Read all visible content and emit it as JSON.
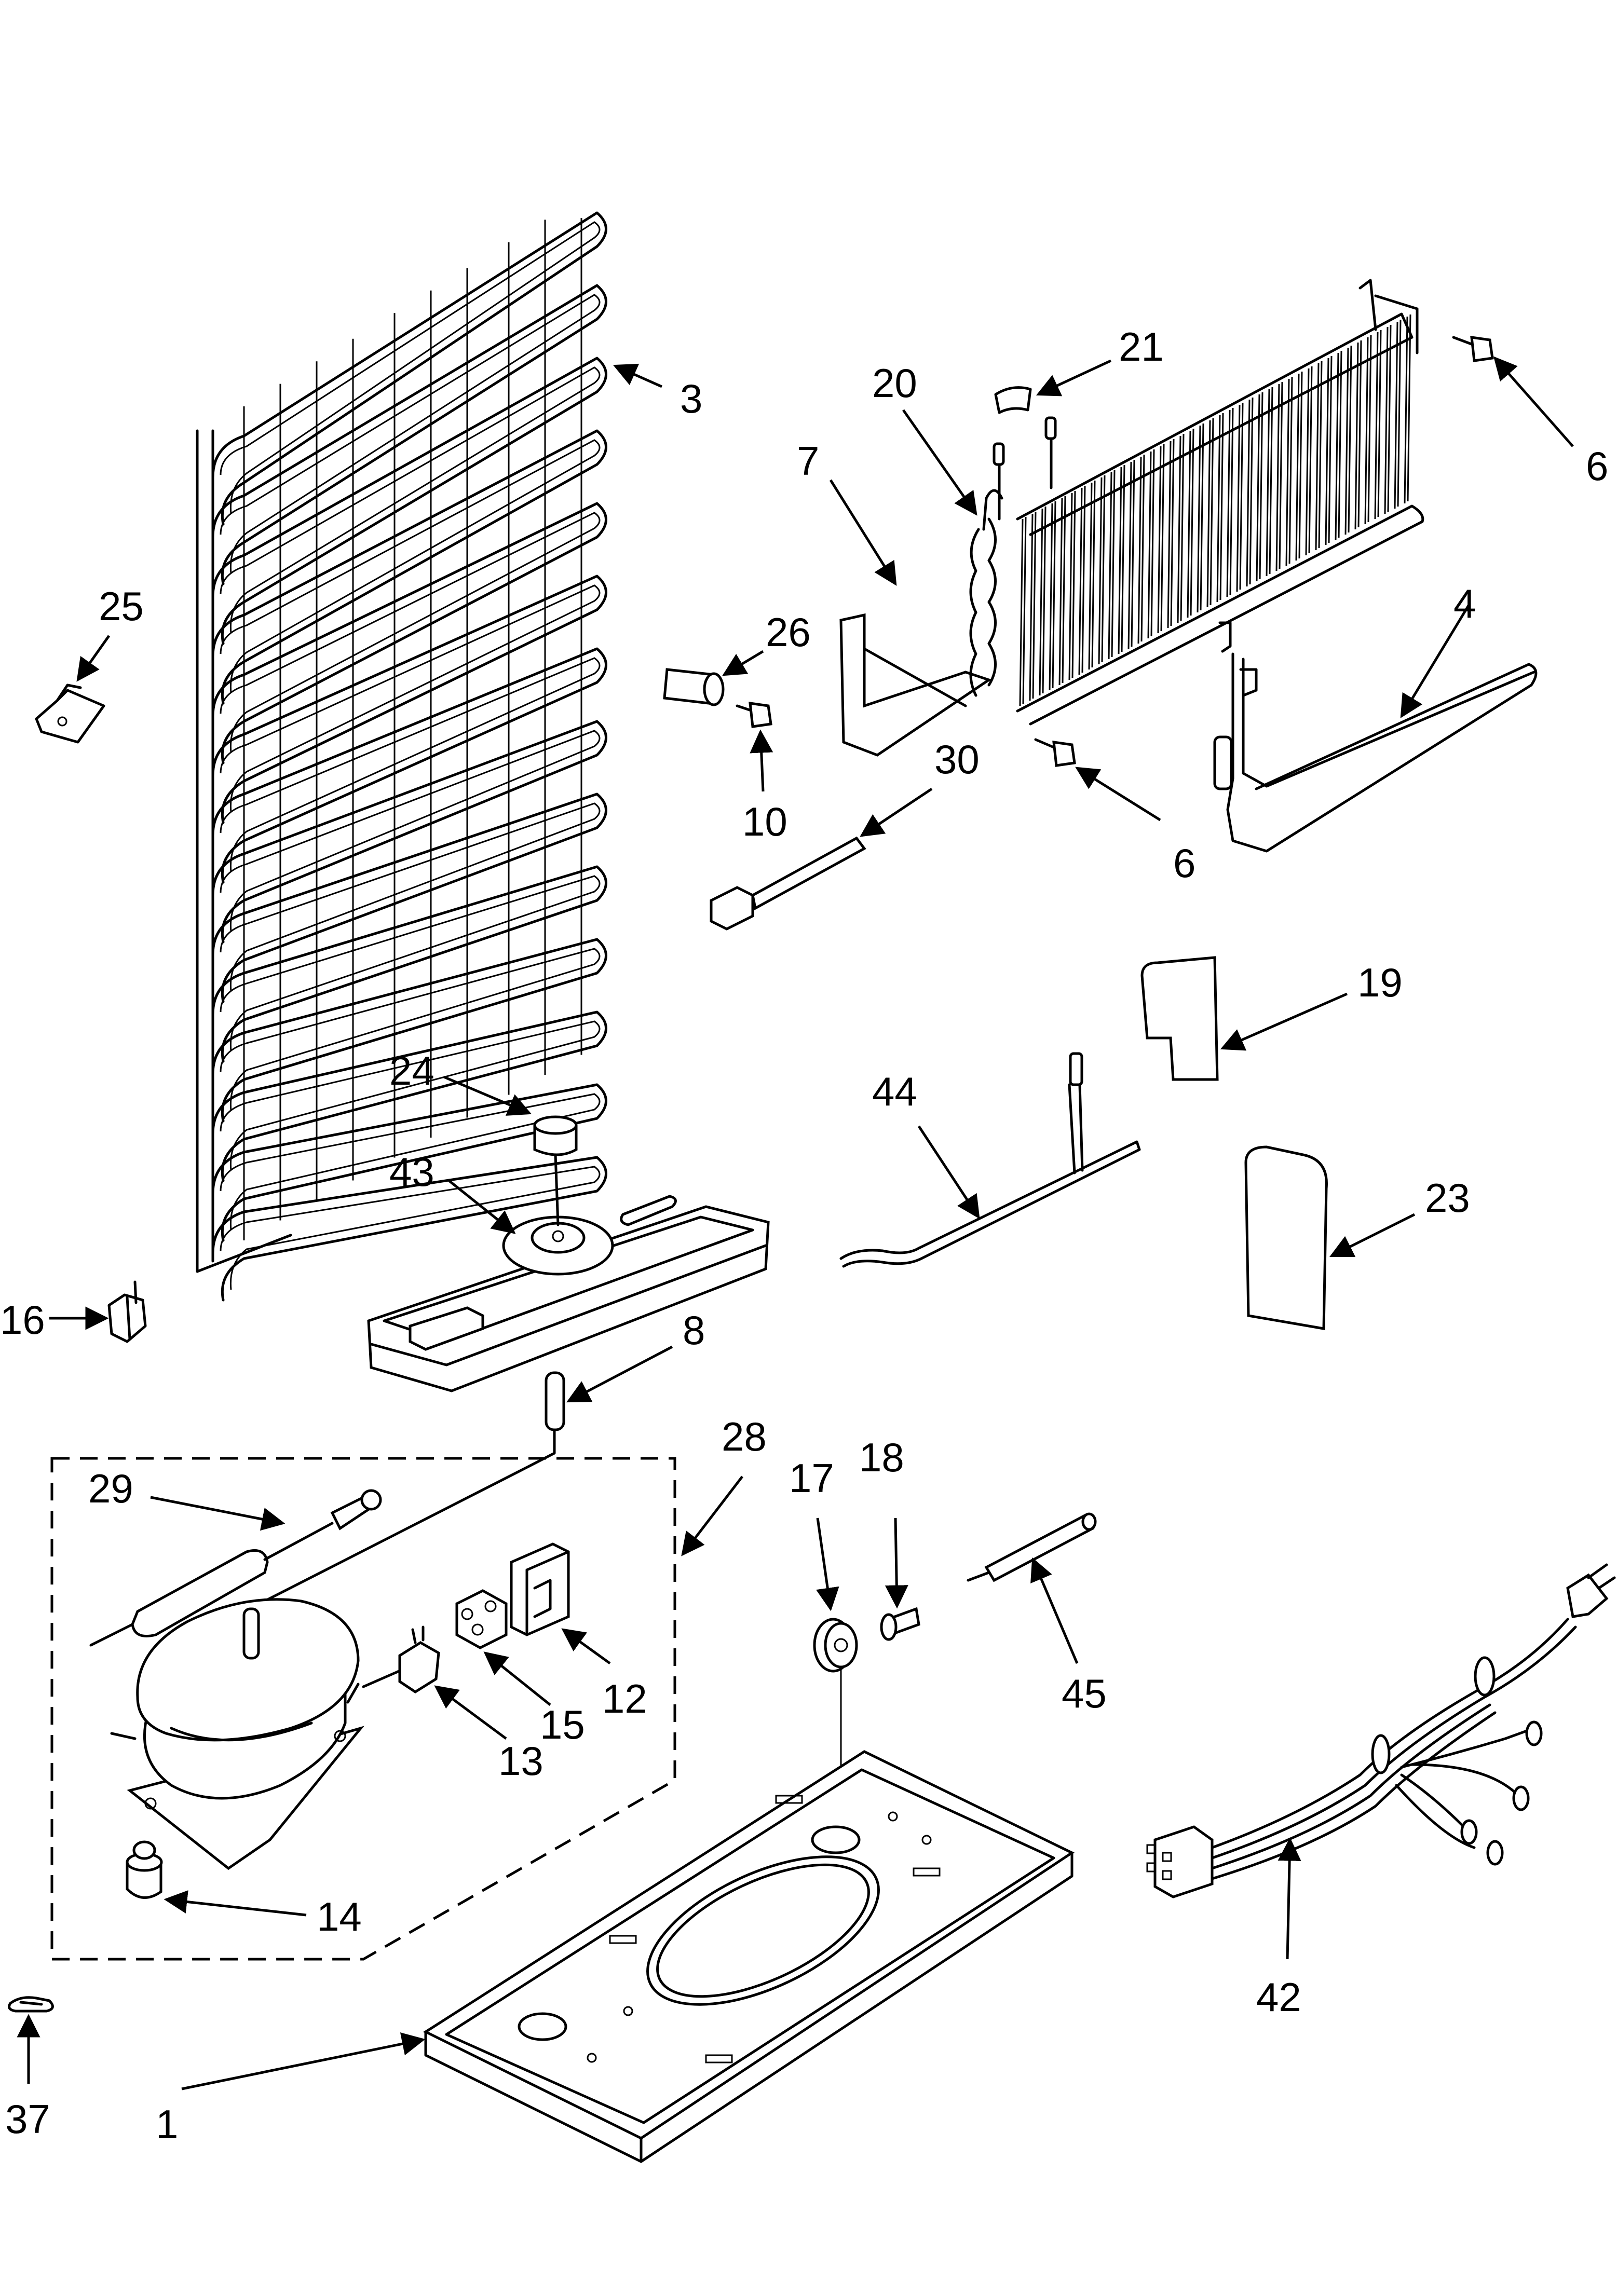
{
  "diagram": {
    "callouts": [
      {
        "id": "c1",
        "text": "1"
      },
      {
        "id": "c3",
        "text": "3"
      },
      {
        "id": "c4",
        "text": "4"
      },
      {
        "id": "c6a",
        "text": "6"
      },
      {
        "id": "c6b",
        "text": "6"
      },
      {
        "id": "c7",
        "text": "7"
      },
      {
        "id": "c8",
        "text": "8"
      },
      {
        "id": "c10",
        "text": "10"
      },
      {
        "id": "c12",
        "text": "12"
      },
      {
        "id": "c13",
        "text": "13"
      },
      {
        "id": "c14",
        "text": "14"
      },
      {
        "id": "c15",
        "text": "15"
      },
      {
        "id": "c16",
        "text": "16"
      },
      {
        "id": "c17",
        "text": "17"
      },
      {
        "id": "c18",
        "text": "18"
      },
      {
        "id": "c19",
        "text": "19"
      },
      {
        "id": "c20",
        "text": "20"
      },
      {
        "id": "c21",
        "text": "21"
      },
      {
        "id": "c23",
        "text": "23"
      },
      {
        "id": "c24",
        "text": "24"
      },
      {
        "id": "c25",
        "text": "25"
      },
      {
        "id": "c26",
        "text": "26"
      },
      {
        "id": "c28",
        "text": "28"
      },
      {
        "id": "c29",
        "text": "29"
      },
      {
        "id": "c30",
        "text": "30"
      },
      {
        "id": "c37",
        "text": "37"
      },
      {
        "id": "c42",
        "text": "42"
      },
      {
        "id": "c43",
        "text": "43"
      },
      {
        "id": "c44",
        "text": "44"
      },
      {
        "id": "c45",
        "text": "45"
      }
    ]
  }
}
